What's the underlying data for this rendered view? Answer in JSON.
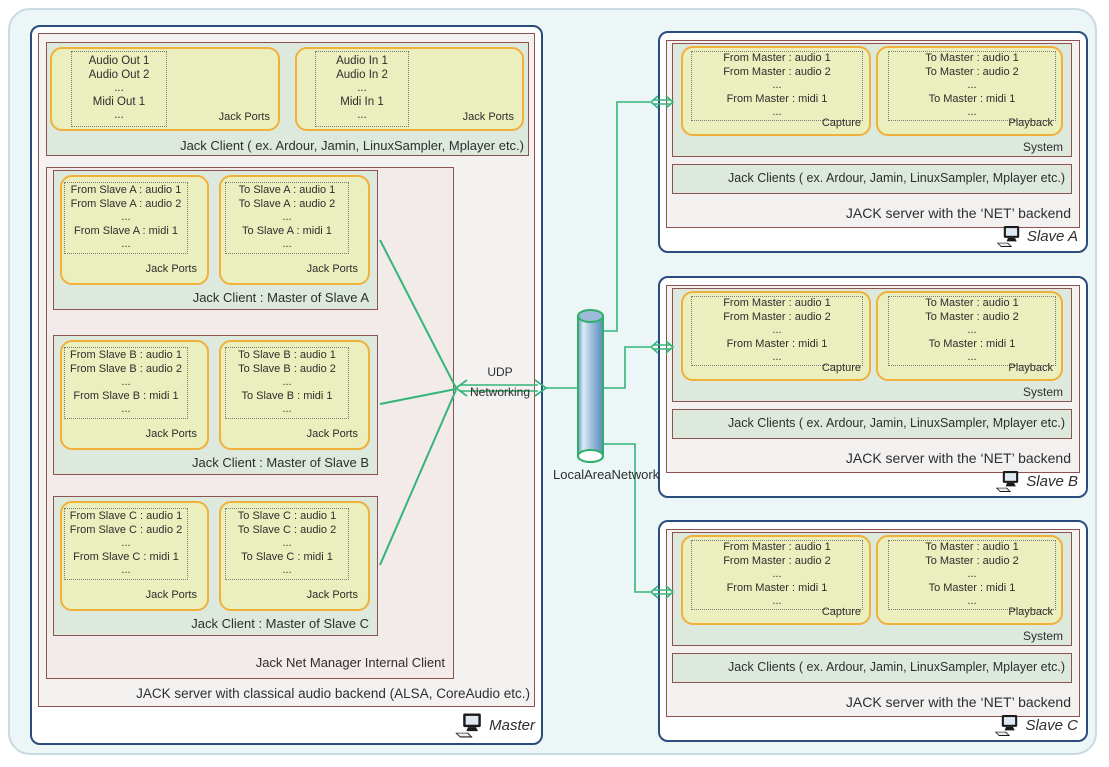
{
  "colors": {
    "accent_green": "#35b579",
    "navy_border": "#2b4d7e",
    "maroon_border": "#8d5351",
    "yellow_fill": "#ebefbd",
    "yellow_border": "#f0b03a",
    "green_fill": "#dde9dd",
    "pink_fill": "#f3eaea",
    "gray_fill": "#f4f2f1",
    "panel_fill": "#edf6f7",
    "cylinder_blue": "#7ea6cc"
  },
  "master": {
    "owner_label": "Master",
    "server_caption": "JACK server with classical audio backend (ALSA, CoreAudio etc.)",
    "client": {
      "caption": "Jack Client ( ex. Ardour, Jamin, LinuxSampler, Mplayer etc.)",
      "ports_out": {
        "label": "Jack Ports",
        "lines": [
          "Audio Out 1",
          "Audio Out 2",
          "...",
          "Midi Out 1",
          "..."
        ]
      },
      "ports_in": {
        "label": "Jack Ports",
        "lines": [
          "Audio In 1",
          "Audio In 2",
          "...",
          "Midi In 1",
          "..."
        ]
      }
    },
    "manager": {
      "caption": "Jack Net Manager Internal Client",
      "clients": [
        {
          "caption": "Jack Client : Master of Slave A",
          "from_ports": {
            "label": "Jack Ports",
            "lines": [
              "From Slave A : audio 1",
              "From Slave A : audio 2",
              "...",
              "From Slave A : midi 1",
              "..."
            ]
          },
          "to_ports": {
            "label": "Jack Ports",
            "lines": [
              "To Slave A : audio 1",
              "To Slave A : audio 2",
              "...",
              "To Slave A : midi 1",
              "..."
            ]
          }
        },
        {
          "caption": "Jack Client : Master of Slave B",
          "from_ports": {
            "label": "Jack Ports",
            "lines": [
              "From Slave B : audio 1",
              "From Slave B : audio 2",
              "...",
              "From Slave B : midi 1",
              "..."
            ]
          },
          "to_ports": {
            "label": "Jack Ports",
            "lines": [
              "To Slave B : audio 1",
              "To Slave B : audio 2",
              "...",
              "To Slave B : midi 1",
              "..."
            ]
          }
        },
        {
          "caption": "Jack Client : Master of Slave C",
          "from_ports": {
            "label": "Jack Ports",
            "lines": [
              "From Slave C : audio 1",
              "From Slave C : audio 2",
              "...",
              "From Slave C : midi 1",
              "..."
            ]
          },
          "to_ports": {
            "label": "Jack Ports",
            "lines": [
              "To Slave C : audio 1",
              "To Slave C : audio 2",
              "...",
              "To Slave C : midi 1",
              "..."
            ]
          }
        }
      ]
    }
  },
  "network": {
    "udp_label_line1": "UDP",
    "udp_label_line2": "Networking",
    "lan_label_lines": [
      "Local",
      "Area",
      "Network"
    ]
  },
  "slaves": [
    {
      "owner_label": "Slave A",
      "server_caption": "JACK server with the ‘NET’ backend",
      "clients_caption": "Jack Clients ( ex. Ardour, Jamin, LinuxSampler, Mplayer etc.)",
      "system": {
        "caption": "System",
        "capture": {
          "label": "Capture",
          "lines": [
            "From Master : audio 1",
            "From Master : audio 2",
            "...",
            "From Master : midi 1",
            "..."
          ]
        },
        "playback": {
          "label": "Playback",
          "lines": [
            "To Master : audio 1",
            "To Master : audio 2",
            "...",
            "To Master : midi 1",
            "..."
          ]
        }
      }
    },
    {
      "owner_label": "Slave B",
      "server_caption": "JACK server with the ‘NET’ backend",
      "clients_caption": "Jack Clients ( ex. Ardour, Jamin, LinuxSampler, Mplayer etc.)",
      "system": {
        "caption": "System",
        "capture": {
          "label": "Capture",
          "lines": [
            "From Master : audio 1",
            "From Master : audio 2",
            "...",
            "From Master : midi 1",
            "..."
          ]
        },
        "playback": {
          "label": "Playback",
          "lines": [
            "To Master : audio 1",
            "To Master : audio 2",
            "...",
            "To Master : midi 1",
            "..."
          ]
        }
      }
    },
    {
      "owner_label": "Slave C",
      "server_caption": "JACK server with the ‘NET’ backend",
      "clients_caption": "Jack Clients ( ex. Ardour, Jamin, LinuxSampler, Mplayer etc.)",
      "system": {
        "caption": "System",
        "capture": {
          "label": "Capture",
          "lines": [
            "From Master : audio 1",
            "From Master : audio 2",
            "...",
            "From Master : midi 1",
            "..."
          ]
        },
        "playback": {
          "label": "Playback",
          "lines": [
            "To Master : audio 1",
            "To Master : audio 2",
            "...",
            "To Master : midi 1",
            "..."
          ]
        }
      }
    }
  ]
}
